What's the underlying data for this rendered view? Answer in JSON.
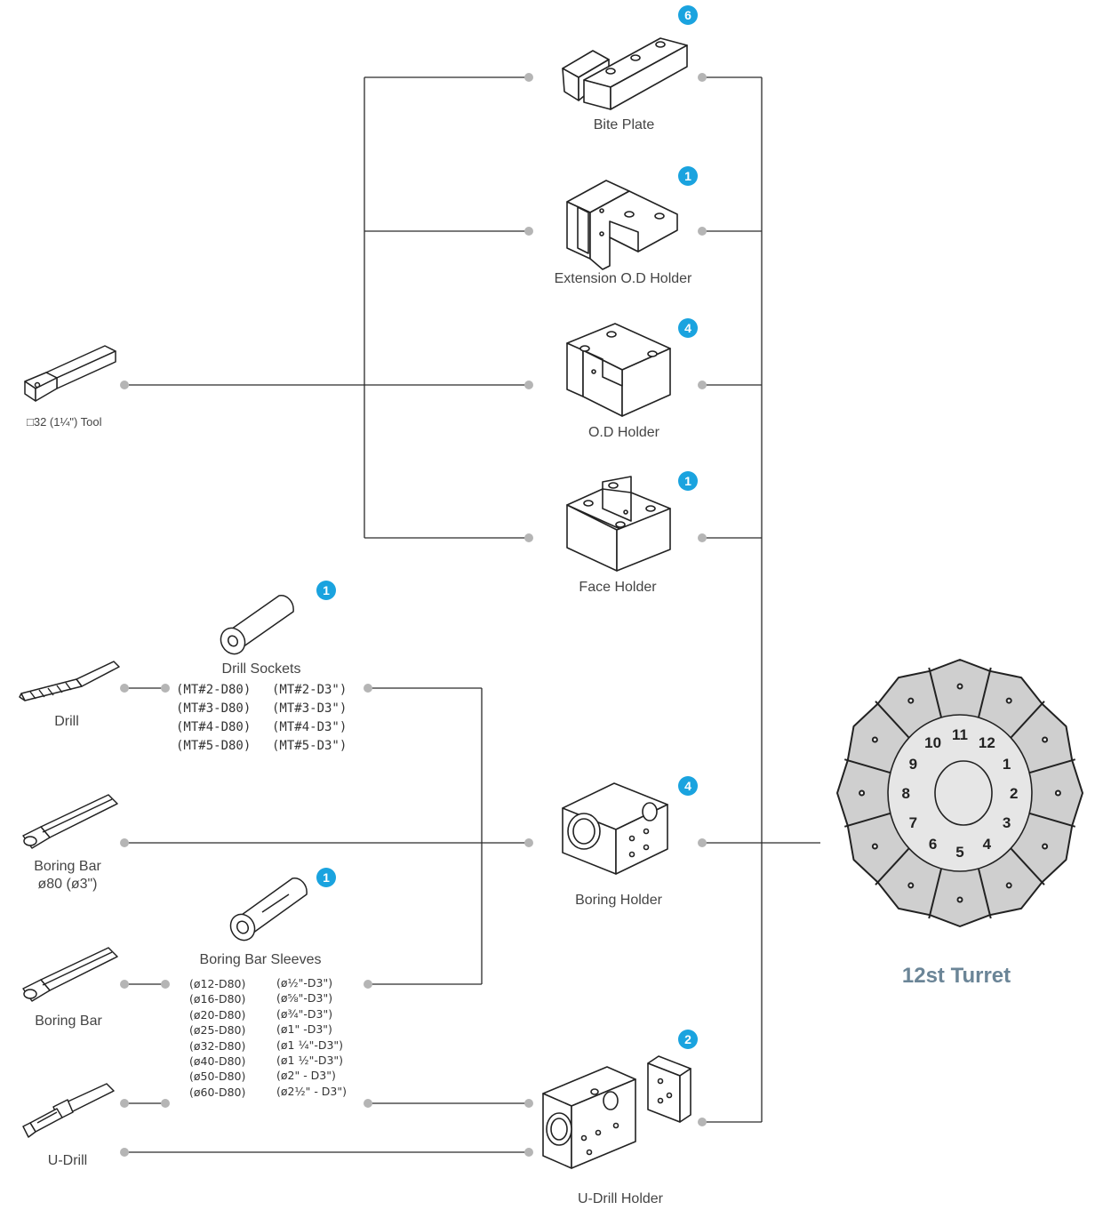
{
  "holders": {
    "bite_plate": {
      "label": "Bite Plate",
      "qty": "6"
    },
    "extension_od_holder": {
      "label": "Extension O.D Holder",
      "qty": "1"
    },
    "od_holder": {
      "label": "O.D Holder",
      "qty": "4"
    },
    "face_holder": {
      "label": "Face Holder",
      "qty": "1"
    },
    "boring_holder": {
      "label": "Boring Holder",
      "qty": "4"
    },
    "udrill_holder": {
      "label": "U-Drill Holder",
      "qty": "2"
    }
  },
  "tools": {
    "square_tool": "□32 (1¼\") Tool",
    "drill": "Drill",
    "boring_bar_80_line1": "Boring Bar",
    "boring_bar_80_line2": "ø80 (ø3\")",
    "boring_bar": "Boring Bar",
    "udrill": "U-Drill"
  },
  "drill_sockets": {
    "label": "Drill Sockets",
    "qty": "1",
    "metric": "(MT#2-D80)\n(MT#3-D80)\n(MT#4-D80)\n(MT#5-D80)",
    "inch": "(MT#2-D3\")\n(MT#3-D3\")\n(MT#4-D3\")\n(MT#5-D3\")"
  },
  "boring_bar_sleeves": {
    "label": "Boring Bar Sleeves",
    "qty": "1",
    "metric": "(ø12-D80)\n(ø16-D80)\n(ø20-D80)\n(ø25-D80)\n(ø32-D80)\n(ø40-D80)\n(ø50-D80)\n(ø60-D80)",
    "inch": "(ø½\"-D3\")\n(ø⅝\"-D3\")\n(ø¾\"-D3\")\n(ø1\" -D3\")\n(ø1 ¼\"-D3\")\n(ø1 ½\"-D3\")\n(ø2\" - D3\")\n(ø2½\" - D3\")"
  },
  "turret": {
    "title": "12st Turret",
    "numbers": [
      "1",
      "2",
      "3",
      "4",
      "5",
      "6",
      "7",
      "8",
      "9",
      "10",
      "11",
      "12"
    ]
  },
  "colors": {
    "badge": "#1aa3df",
    "line": "#2b2b2b",
    "dot": "#b5b5b5",
    "turret_fill": "#cfcfcf",
    "title": "#6b8597"
  }
}
